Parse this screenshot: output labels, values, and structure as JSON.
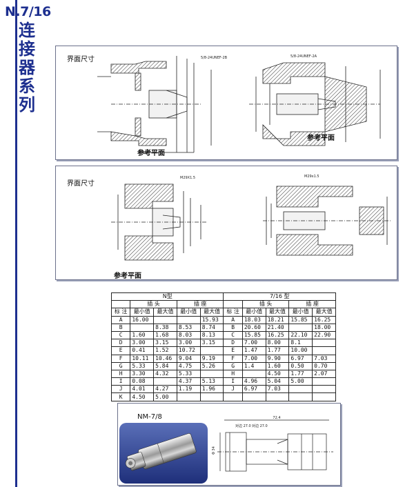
{
  "series": {
    "code": "N.7/16",
    "title_chars": [
      "连",
      "接",
      "器",
      "系",
      "列"
    ]
  },
  "panel1": {
    "label": "界面尺寸",
    "ref_plane_left": "参考平面",
    "ref_plane_right": "参考平面",
    "thread_left": "5/8-24UNEF-2B",
    "thread_right": "5/8-24UNEF-2A"
  },
  "panel2": {
    "label": "界面尺寸",
    "ref_plane": "参考平面",
    "thread_left": "M29X1.5",
    "thread_right": "M29x1.5"
  },
  "table": {
    "group_n": "N型",
    "group_716": "7/16 型",
    "plug": "插  头",
    "jack": "插  座",
    "mark": "标  注",
    "min": "最小值",
    "max": "最大值",
    "rows": [
      [
        "A",
        "16.00",
        "",
        "",
        "15.93",
        "A",
        "18.03",
        "18.21",
        "15.85",
        "16.25"
      ],
      [
        "B",
        "",
        "8.38",
        "8.53",
        "8.74",
        "B",
        "20.60",
        "21.40",
        "",
        "18.00"
      ],
      [
        "C",
        "1.60",
        "1.68",
        "8.03",
        "8.13",
        "C",
        "15.85",
        "16.25",
        "22.10",
        "22.90"
      ],
      [
        "D",
        "3.00",
        "3.15",
        "3.00",
        "3.15",
        "D",
        "7.00",
        "8.00",
        "8.1",
        ""
      ],
      [
        "E",
        "0.41",
        "1.52",
        "10.72",
        "",
        "E",
        "1.47",
        "1.77",
        "10.00",
        ""
      ],
      [
        "F",
        "10.11",
        "10.46",
        "9.04",
        "9.19",
        "F",
        "7.00",
        "9.90",
        "6.97",
        "7.03"
      ],
      [
        "G",
        "5.33",
        "5.84",
        "4.75",
        "5.26",
        "G",
        "1.4",
        "1.60",
        "0.50",
        "0.70"
      ],
      [
        "H",
        "3.30",
        "4.32",
        "5.33",
        "",
        "H",
        "",
        "4.50",
        "1.77",
        "2.07"
      ],
      [
        "I",
        "0.08",
        "",
        "4.37",
        "5.13",
        "I",
        "4.96",
        "5.04",
        "5.00",
        ""
      ],
      [
        "J",
        "4.01",
        "4.27",
        "1.19",
        "1.96",
        "J",
        "6.97",
        "7.03",
        "",
        ""
      ],
      [
        "K",
        "4.50",
        "5.00",
        "",
        "",
        "",
        "",
        "",
        "",
        ""
      ]
    ]
  },
  "adapter": {
    "label": "NM-7/8",
    "dim_length": "72.4",
    "dim_a": "对边 27.0",
    "dim_b": "对边 27.0",
    "dim_dia": "Φ 34"
  },
  "colors": {
    "brand": "#1d2f8f",
    "panel_border": "#6a6f8a"
  }
}
